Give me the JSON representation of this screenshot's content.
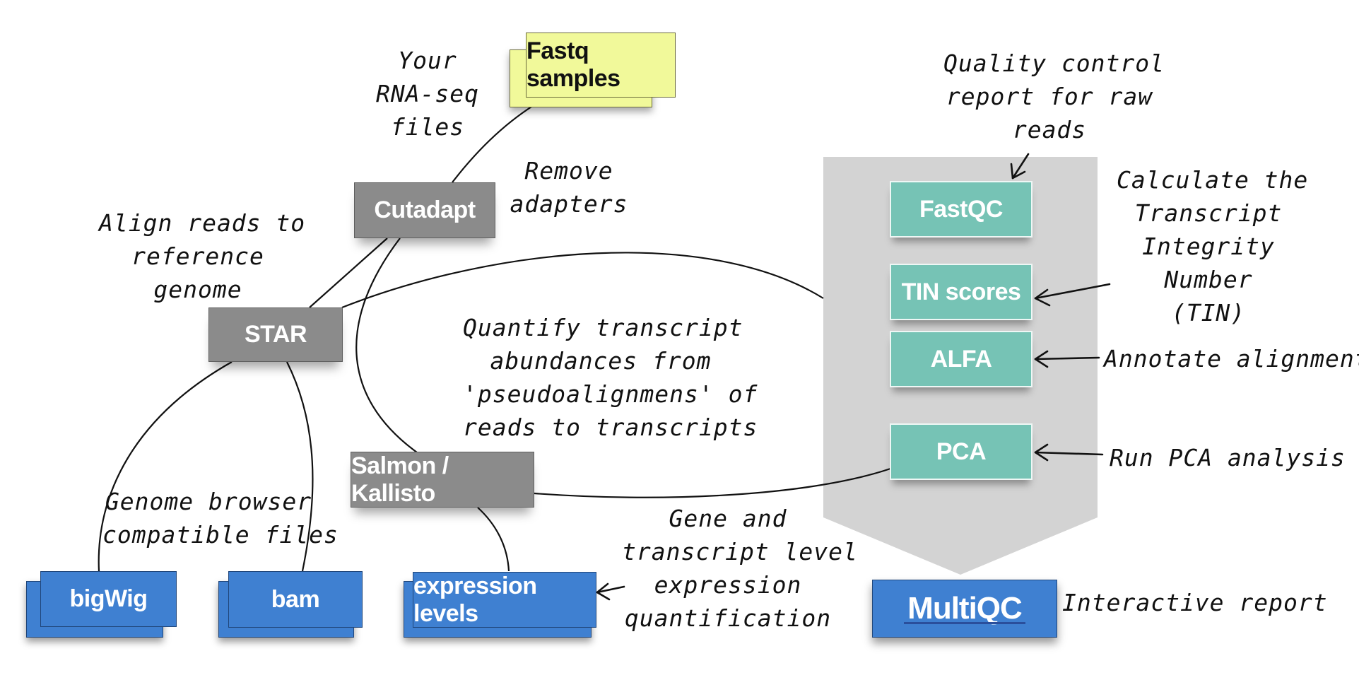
{
  "colors": {
    "grey_box": "#8b8b8b",
    "teal_box": "#76c3b5",
    "blue_box": "#3f80d1",
    "yellow_box": "#f1f99a",
    "panel": "#d3d3d3"
  },
  "nodes": {
    "fastq": "Fastq samples",
    "cutadapt": "Cutadapt",
    "star": "STAR",
    "salmon": "Salmon / Kallisto",
    "bigwig": "bigWig",
    "bam": "bam",
    "expression": "expression levels",
    "fastqc": "FastQC",
    "tin": "TIN scores",
    "alfa": "ALFA",
    "pca": "PCA",
    "multiqc": "MultiQC"
  },
  "notes": {
    "rnaseq": "Your\nRNA-seq\nfiles",
    "remove_adapters": "Remove\nadapters",
    "align": "Align reads to\nreference\ngenome",
    "quantify": "Quantify transcript\nabundances from\n'pseudoalignmens' of\nreads to transcripts",
    "genome_browser": "Genome browser\ncompatible files",
    "gene_level": "Gene and\ntranscript level\nexpression\nquantification",
    "qc_report": "Quality control\nreport for raw\nreads",
    "tin_calc": "Calculate the\nTranscript\nIntegrity\nNumber\n(TIN)",
    "annotate": "Annotate alignments",
    "pca_run": "Run PCA analysis",
    "interactive": "Interactive report"
  }
}
